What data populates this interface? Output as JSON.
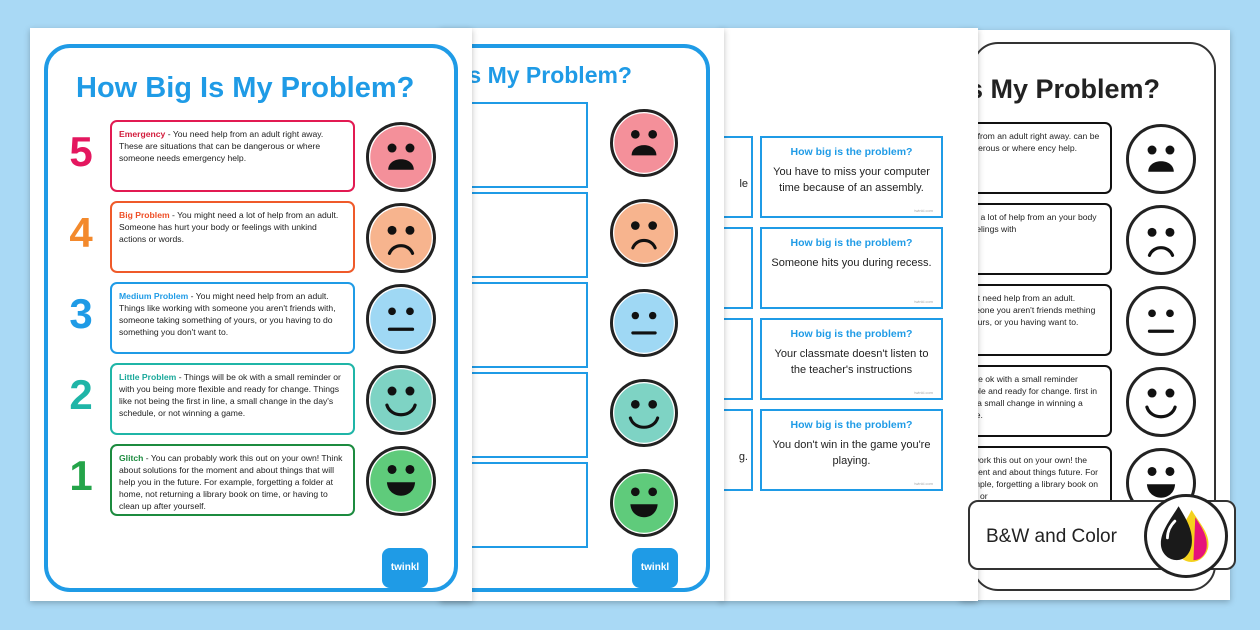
{
  "title": "How Big Is My Problem?",
  "title_partial": "Is My Problem?",
  "title_partial_bw": "s My Problem?",
  "levels": [
    {
      "num": "5",
      "color": "#e4175f",
      "border": "#e21a52",
      "face_fill": "#f4909a",
      "face": "scared",
      "label": "Emergency",
      "label_color": "#d21a3a",
      "text": " - You need help from an adult right away. These are situations that can be dangerous or where someone needs emergency help."
    },
    {
      "num": "4",
      "color": "#f3892c",
      "border": "#ef5a2a",
      "face_fill": "#f7b48e",
      "face": "sad",
      "label": "Big Problem",
      "label_color": "#ee4e26",
      "text": " - You might need a lot of help from an adult. Someone has hurt your body or feelings with unkind actions or words."
    },
    {
      "num": "3",
      "color": "#1f9be6",
      "border": "#1f9be6",
      "face_fill": "#9fd8f4",
      "face": "neutral",
      "label": "Medium Problem",
      "label_color": "#1f9be6",
      "text": " - You might need help from an adult. Things like working with someone you aren't friends with, someone taking something of yours, or you having to do something you don't want to."
    },
    {
      "num": "2",
      "color": "#1fb5a7",
      "border": "#1fb5a7",
      "face_fill": "#7ed3c4",
      "face": "smile",
      "label": "Little Problem",
      "label_color": "#19a89a",
      "text": " - Things will be ok with a small reminder or with you being more flexible and ready for change. Things like not being the first in line, a small change in the day's schedule, or not winning a game."
    },
    {
      "num": "1",
      "color": "#24a449",
      "border": "#1c8b3f",
      "face_fill": "#5fcb7b",
      "face": "grin",
      "label": "Glitch",
      "label_color": "#1c8b3f",
      "text": " - You can probably work this out on your own! Think about solutions for the moment and about things that will help you in the future. For example, forgetting a folder at home, not returning a library book on time, or having to clean up after yourself."
    }
  ],
  "bw_fragments": [
    "help from an adult right away. can be dangerous or where ency help.",
    "need a lot of help from an your body or feelings with",
    "might need help from an adult. someone you aren't friends mething of yours, or you having want to.",
    "will be ok with a small reminder flexible and ready for change. first in line, a small change in winning a game.",
    "My work this out on your own! the moment and about things future. For example, forgetting a library book on time, or"
  ],
  "cards": [
    {
      "question": "How big is the problem?",
      "answer": "You have to miss your computer time because of an assembly."
    },
    {
      "question": "How big is the problem?",
      "answer": "Someone hits you during recess."
    },
    {
      "question": "How big is the problem?",
      "answer": "Your classmate doesn't listen to the teacher's instructions"
    },
    {
      "question": "How big is the problem?",
      "answer": "You don't win in the game you're playing."
    }
  ],
  "card_brand": "twinkl.com",
  "left_card_fragments": [
    "le",
    "",
    "",
    "g."
  ],
  "logo_text": "twinkl",
  "badge_label": "B&W and Color",
  "colors": {
    "accent": "#1f9be6",
    "background": "#a9d9f5"
  }
}
